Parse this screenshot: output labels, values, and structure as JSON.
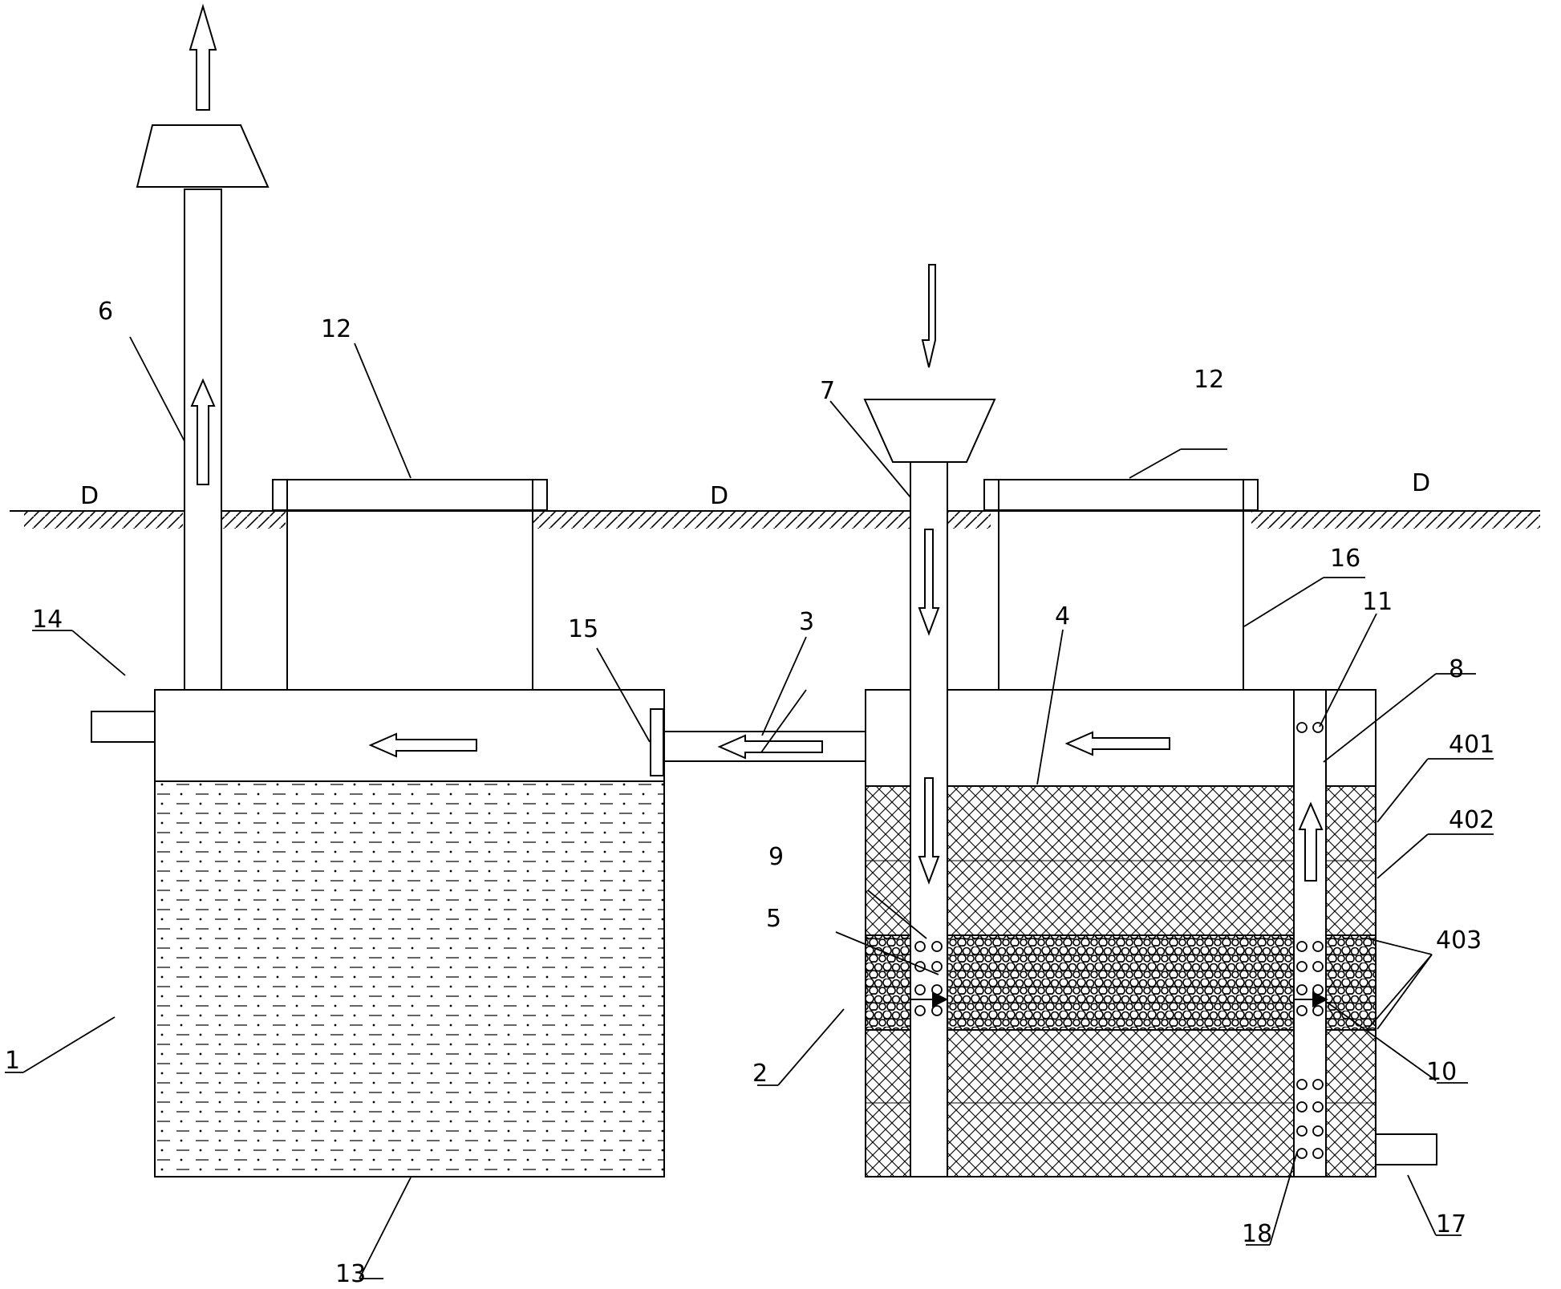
{
  "labels": {
    "l1": "1",
    "l2": "2",
    "l3": "3",
    "l4": "4",
    "l5": "5",
    "l6": "6",
    "l7": "7",
    "l8": "8",
    "l9": "9",
    "l10": "10",
    "l11": "11",
    "l12a": "12",
    "l12b": "12",
    "l13": "13",
    "l14": "14",
    "l15": "15",
    "l16": "16",
    "l17": "17",
    "l18": "18",
    "l401": "401",
    "l402": "402",
    "l403": "403",
    "ground_left": "D",
    "ground_mid": "D",
    "ground_right": "D"
  },
  "colors": {
    "line": "#000000",
    "background": "#ffffff"
  }
}
